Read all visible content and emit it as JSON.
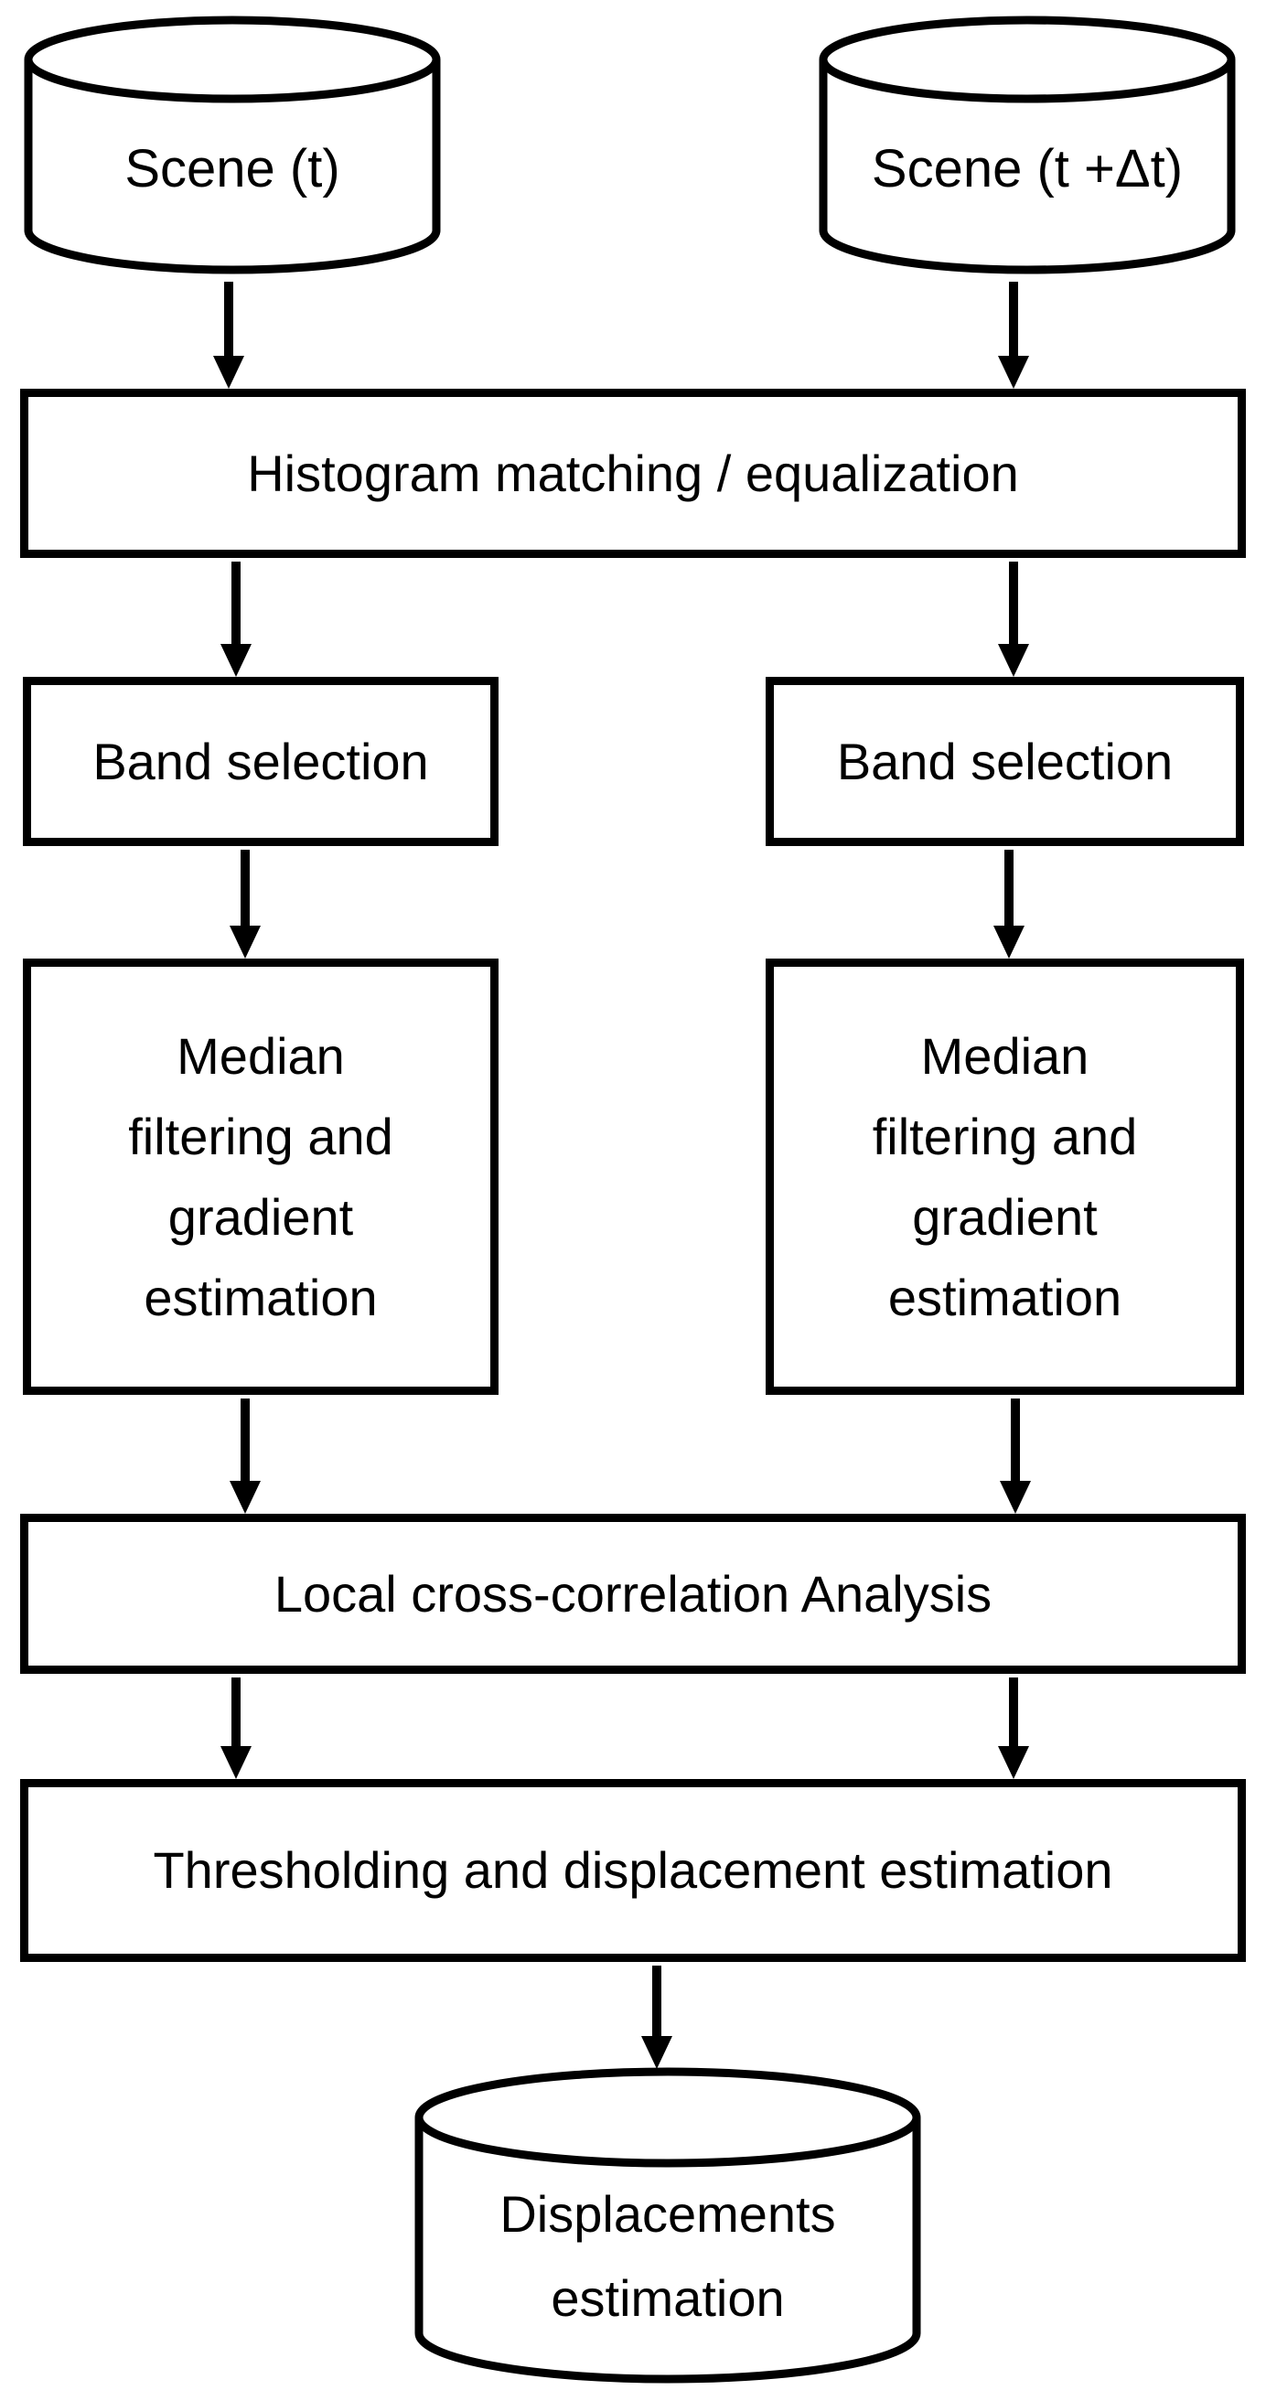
{
  "colors": {
    "line": "#000000",
    "background": "#ffffff",
    "text": "#000000"
  },
  "diagram": {
    "type": "flowchart",
    "nodes": {
      "scene_left": {
        "shape": "cylinder",
        "label": "Scene (t)"
      },
      "scene_right": {
        "shape": "cylinder",
        "label": "Scene (t +Δt)"
      },
      "histogram": {
        "shape": "rect",
        "label": "Histogram matching / equalization"
      },
      "band_left": {
        "shape": "rect",
        "label": "Band selection"
      },
      "band_right": {
        "shape": "rect",
        "label": "Band selection"
      },
      "median_left": {
        "shape": "rect",
        "label": "Median\nfiltering and\ngradient\nestimation"
      },
      "median_right": {
        "shape": "rect",
        "label": "Median\nfiltering and\ngradient\nestimation"
      },
      "correlation": {
        "shape": "rect",
        "label": "Local cross-correlation Analysis"
      },
      "thresholding": {
        "shape": "rect",
        "label": "Thresholding and displacement estimation"
      },
      "output": {
        "shape": "cylinder",
        "label": "Displacements\nestimation"
      }
    },
    "edges": [
      "scene_left -> histogram",
      "scene_right -> histogram",
      "histogram -> band_left",
      "histogram -> band_right",
      "band_left -> median_left",
      "band_right -> median_right",
      "median_left -> correlation",
      "median_right -> correlation",
      "correlation -> thresholding (left)",
      "correlation -> thresholding (right)",
      "thresholding -> output"
    ]
  }
}
